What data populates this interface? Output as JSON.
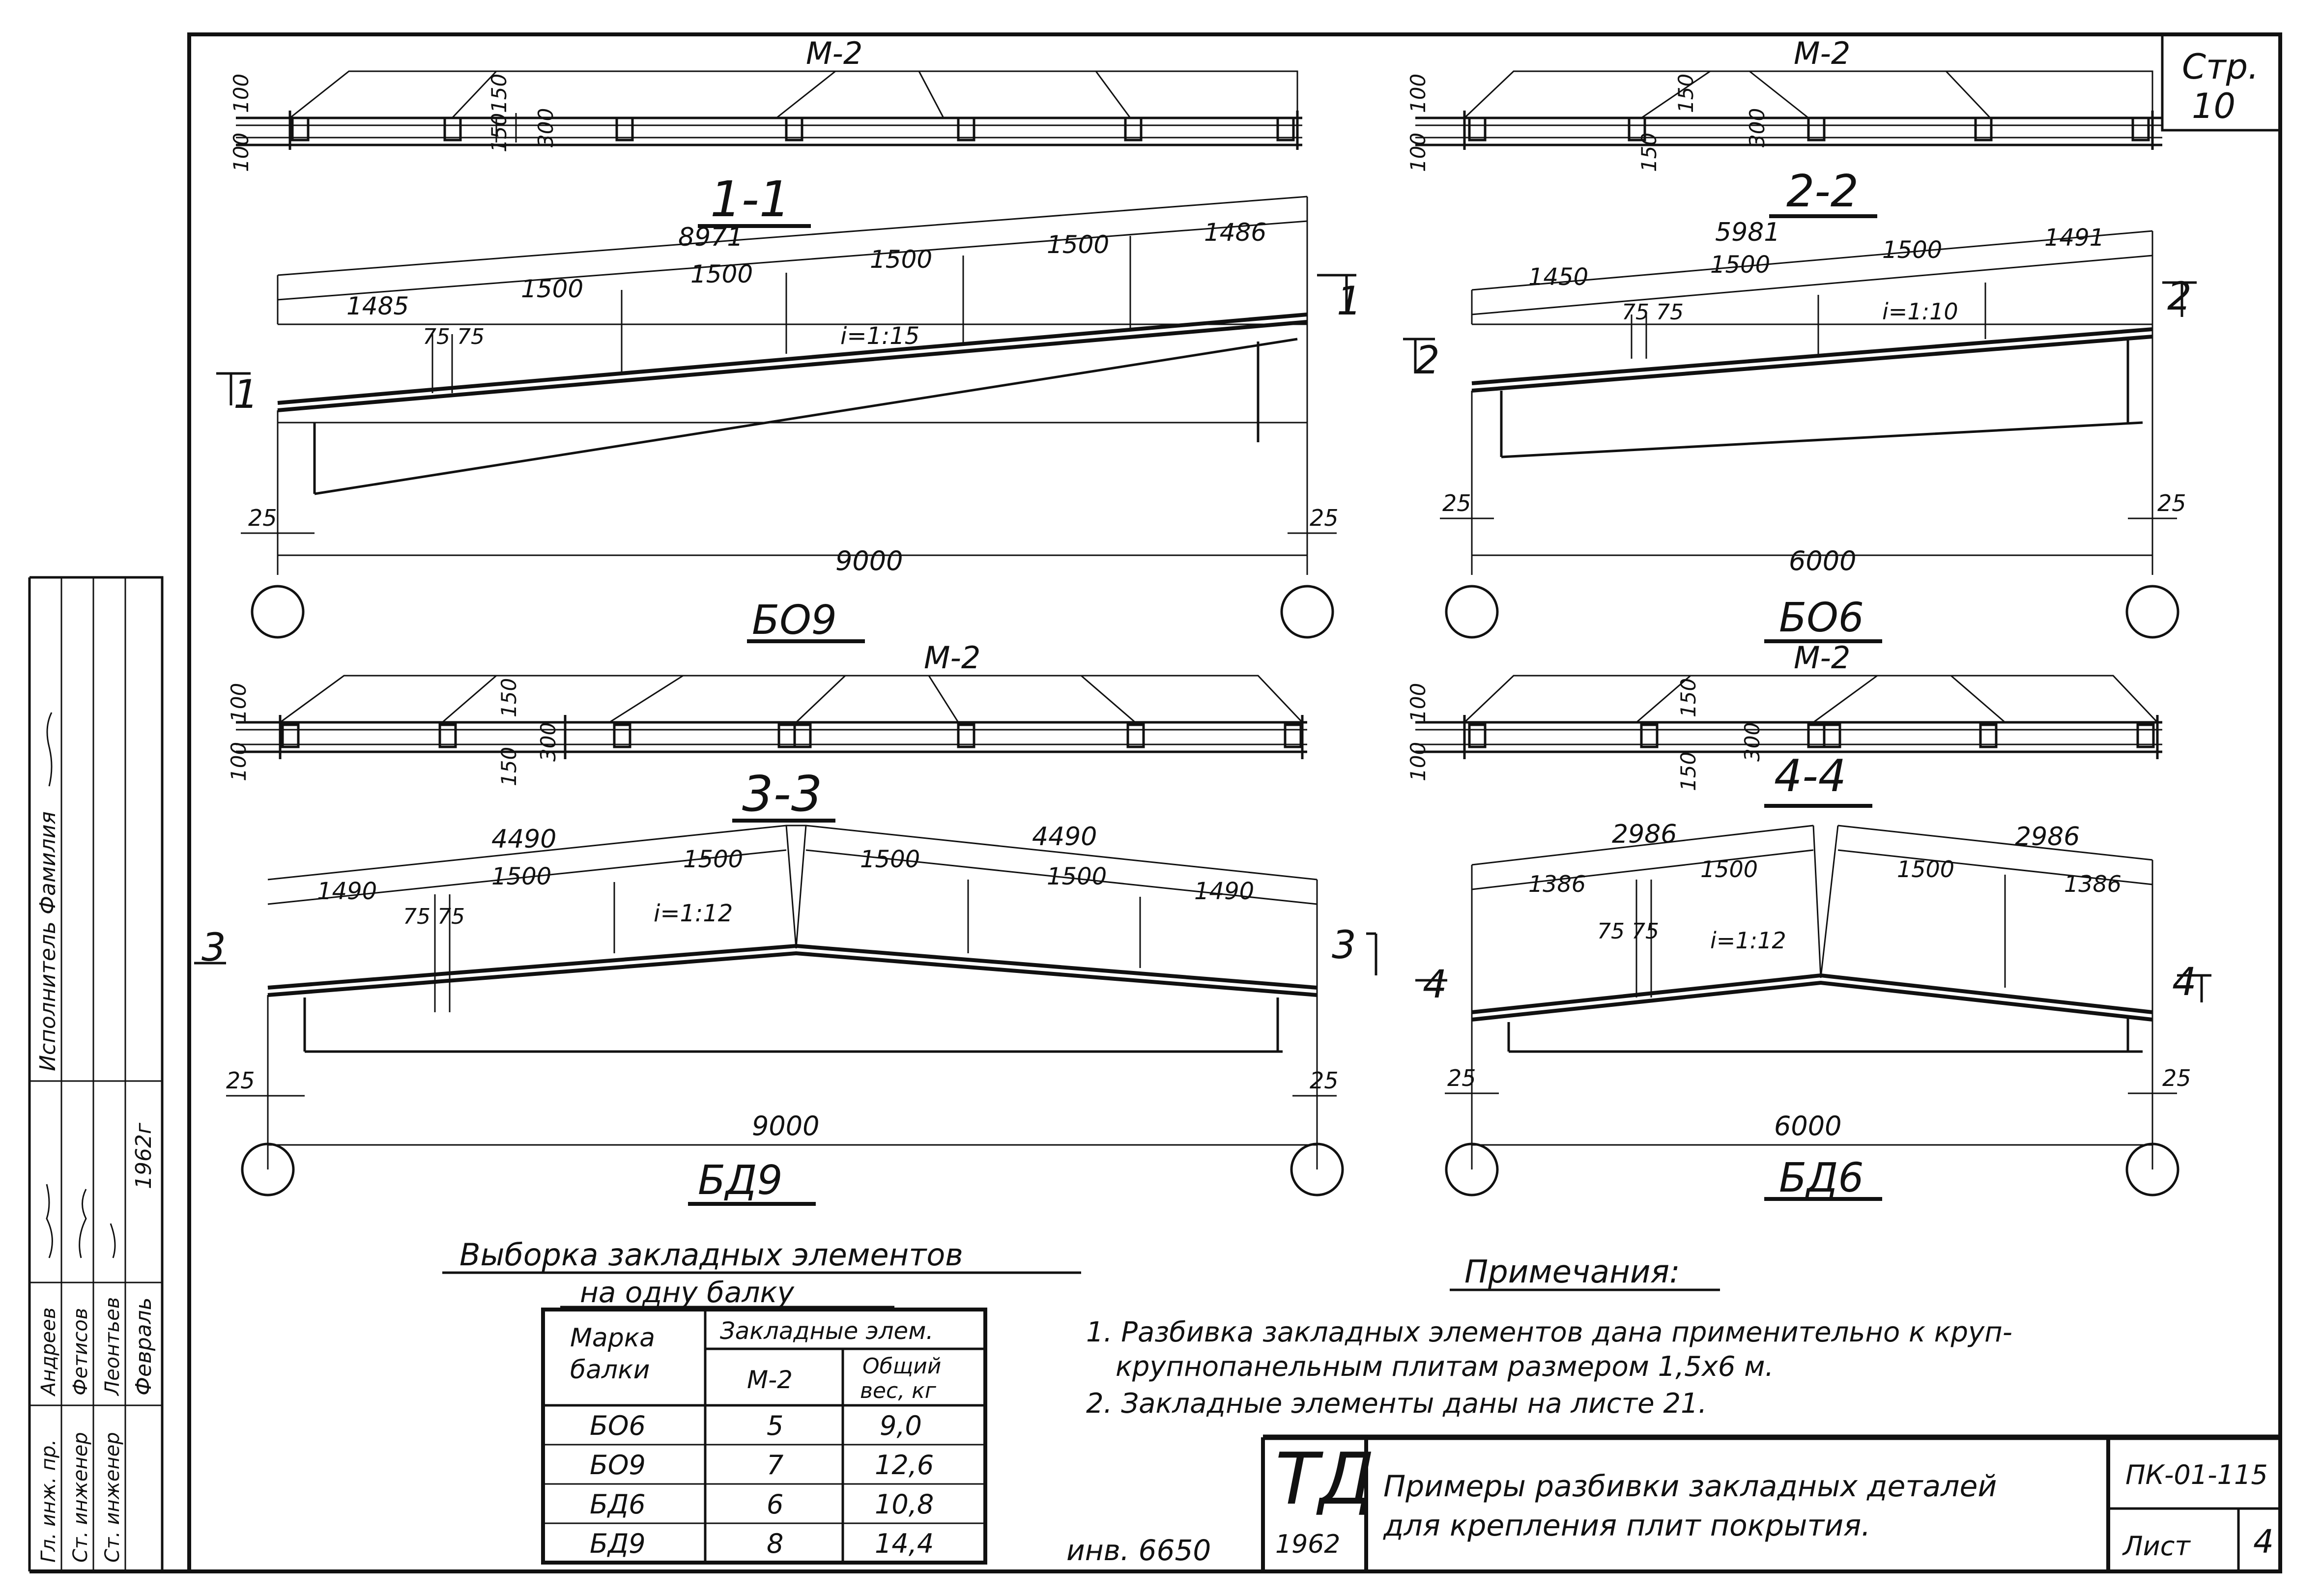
{
  "sheet": {
    "page_label": "Стр.",
    "page_number": "10",
    "inventory": "инв. 6650"
  },
  "views": [
    {
      "plan_label": "М-2",
      "section_label": "1-1",
      "section_mark": "1",
      "beam_mark": "БО9",
      "slope": "i=1:15",
      "top_length": "8971",
      "segments": [
        "1485",
        "1500",
        "1500",
        "1500",
        "1500",
        "1486"
      ],
      "offset": "75 75",
      "span": "9000",
      "edge": "25",
      "plan_dims": [
        "100",
        "100",
        "150",
        "150",
        "300"
      ]
    },
    {
      "plan_label": "М-2",
      "section_label": "2-2",
      "section_mark": "2",
      "beam_mark": "БО6",
      "slope": "i=1:10",
      "top_length": "5981",
      "segments": [
        "1450",
        "1500",
        "1500",
        "1491"
      ],
      "offset": "75 75",
      "span": "6000",
      "edge": "25",
      "plan_dims": [
        "100",
        "100",
        "150",
        "150",
        "300"
      ]
    },
    {
      "plan_label": "М-2",
      "section_label": "3-3",
      "section_mark": "3",
      "beam_mark": "БД9",
      "slope": "i=1:12",
      "half_lengths": [
        "4490",
        "4490"
      ],
      "segments": [
        "1490",
        "1500",
        "1500",
        "1500",
        "1500",
        "1490"
      ],
      "offset": "75 75",
      "span": "9000",
      "edge": "25",
      "plan_dims": [
        "100",
        "100",
        "150",
        "150",
        "300"
      ]
    },
    {
      "plan_label": "М-2",
      "section_label": "4-4",
      "section_mark": "4",
      "beam_mark": "БД6",
      "slope": "i=1:12",
      "half_lengths": [
        "2986",
        "2986"
      ],
      "segments": [
        "1386",
        "1500",
        "1500",
        "1386"
      ],
      "offset": "75 75",
      "span": "6000",
      "edge": "25",
      "plan_dims": [
        "100",
        "100",
        "150",
        "150",
        "300"
      ]
    }
  ],
  "selection_table": {
    "title_line1": "Выборка закладных элементов",
    "title_line2": "на одну балку",
    "header_mark_1": "Марка",
    "header_mark_2": "балки",
    "header_group": "Закладные элем.",
    "header_m2": "М-2",
    "header_weight_1": "Общий",
    "header_weight_2": "вес, кг",
    "rows": [
      {
        "mark": "БО6",
        "m2": "5",
        "weight": "9,0"
      },
      {
        "mark": "БО9",
        "m2": "7",
        "weight": "12,6"
      },
      {
        "mark": "БД6",
        "m2": "6",
        "weight": "10,8"
      },
      {
        "mark": "БД9",
        "m2": "8",
        "weight": "14,4"
      }
    ]
  },
  "notes": {
    "title": "Примечания:",
    "items": [
      "1. Разбивка закладных элементов дана применительно к круп-",
      "крупнопанельным плитам размером 1,5х6 м.",
      "2. Закладные элементы даны на листе 21."
    ]
  },
  "title_block": {
    "logo": "ТД",
    "year": "1962",
    "title_line1": "Примеры разбивки закладных деталей",
    "title_line2": "для крепления плит покрытия.",
    "code": "ПК-01-115",
    "sheet_label": "Лист",
    "sheet_number": "4"
  },
  "side_stamp": {
    "header": "Исполнитель Фамилия",
    "roles": [
      "Гл. инж. пр.",
      "Ст. инженер",
      "Ст. инженер"
    ],
    "names": [
      "Андреев",
      "Фетисов",
      "Леонтьев"
    ],
    "month": "Февраль",
    "year": "1962г"
  }
}
